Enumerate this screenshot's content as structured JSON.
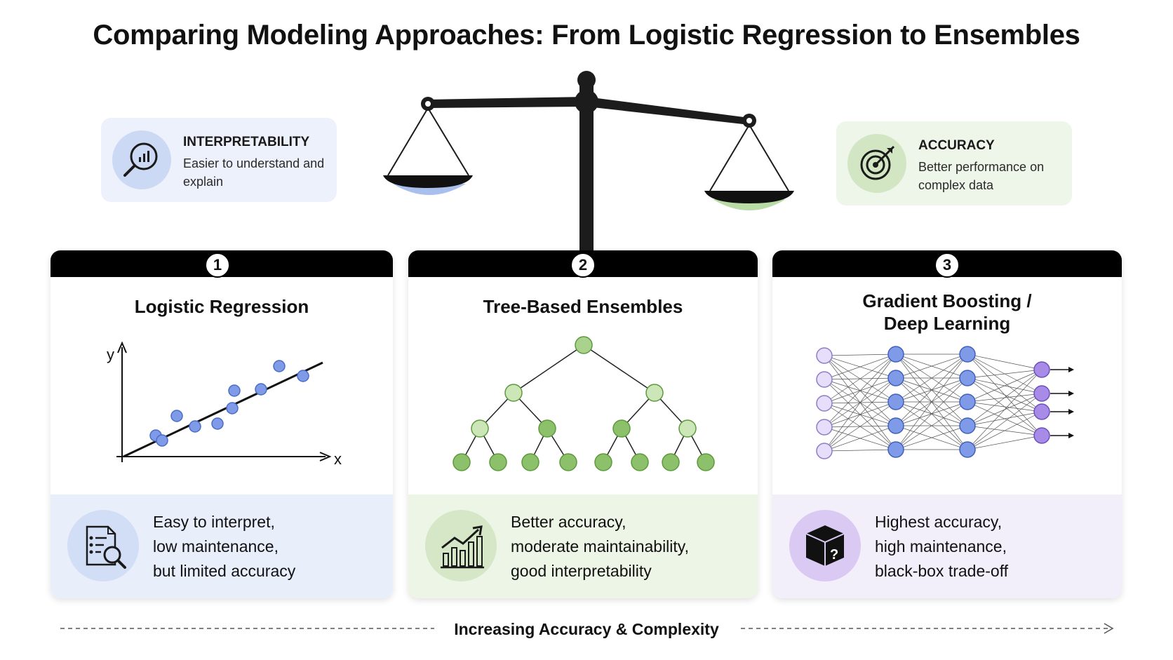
{
  "title": "Comparing Modeling Approaches: From Logistic Regression to Ensembles",
  "info_left": {
    "heading": "INTERPRETABILITY",
    "text": "Easier to understand and explain",
    "icon": "magnifier-chart-icon",
    "color": "#cbd9f4"
  },
  "info_right": {
    "heading": "ACCURACY",
    "text": "Better performance on complex data",
    "icon": "target-icon",
    "color": "#d2e6c4"
  },
  "scale": {
    "icon": "balance-scale-icon",
    "left_pan_color": "#a9c0ef",
    "right_pan_color": "#b9dca6"
  },
  "cards": [
    {
      "number": "1",
      "title_lines": [
        "Logistic Regression"
      ],
      "visual": "scatter-regression-plot",
      "axis_x": "x",
      "axis_y": "y",
      "footer_lines": [
        "Easy to interpret,",
        "low maintenance,",
        "but limited accuracy"
      ],
      "footer_icon": "document-magnifier-icon",
      "accent": "#7f9be8"
    },
    {
      "number": "2",
      "title_lines": [
        "Tree-Based Ensembles"
      ],
      "visual": "decision-tree-diagram",
      "footer_lines": [
        "Better accuracy,",
        "moderate maintainability,",
        "good interpretability"
      ],
      "footer_icon": "bar-chart-growth-icon",
      "accent": "#8cc06a"
    },
    {
      "number": "3",
      "title_lines": [
        "Gradient Boosting /",
        "Deep Learning"
      ],
      "visual": "neural-network-diagram",
      "footer_lines": [
        "Highest accuracy,",
        "high maintenance,",
        "black-box trade-off"
      ],
      "footer_icon": "black-box-question-icon",
      "accent": "#9f7be2"
    }
  ],
  "bottom_label": "Increasing Accuracy & Complexity"
}
